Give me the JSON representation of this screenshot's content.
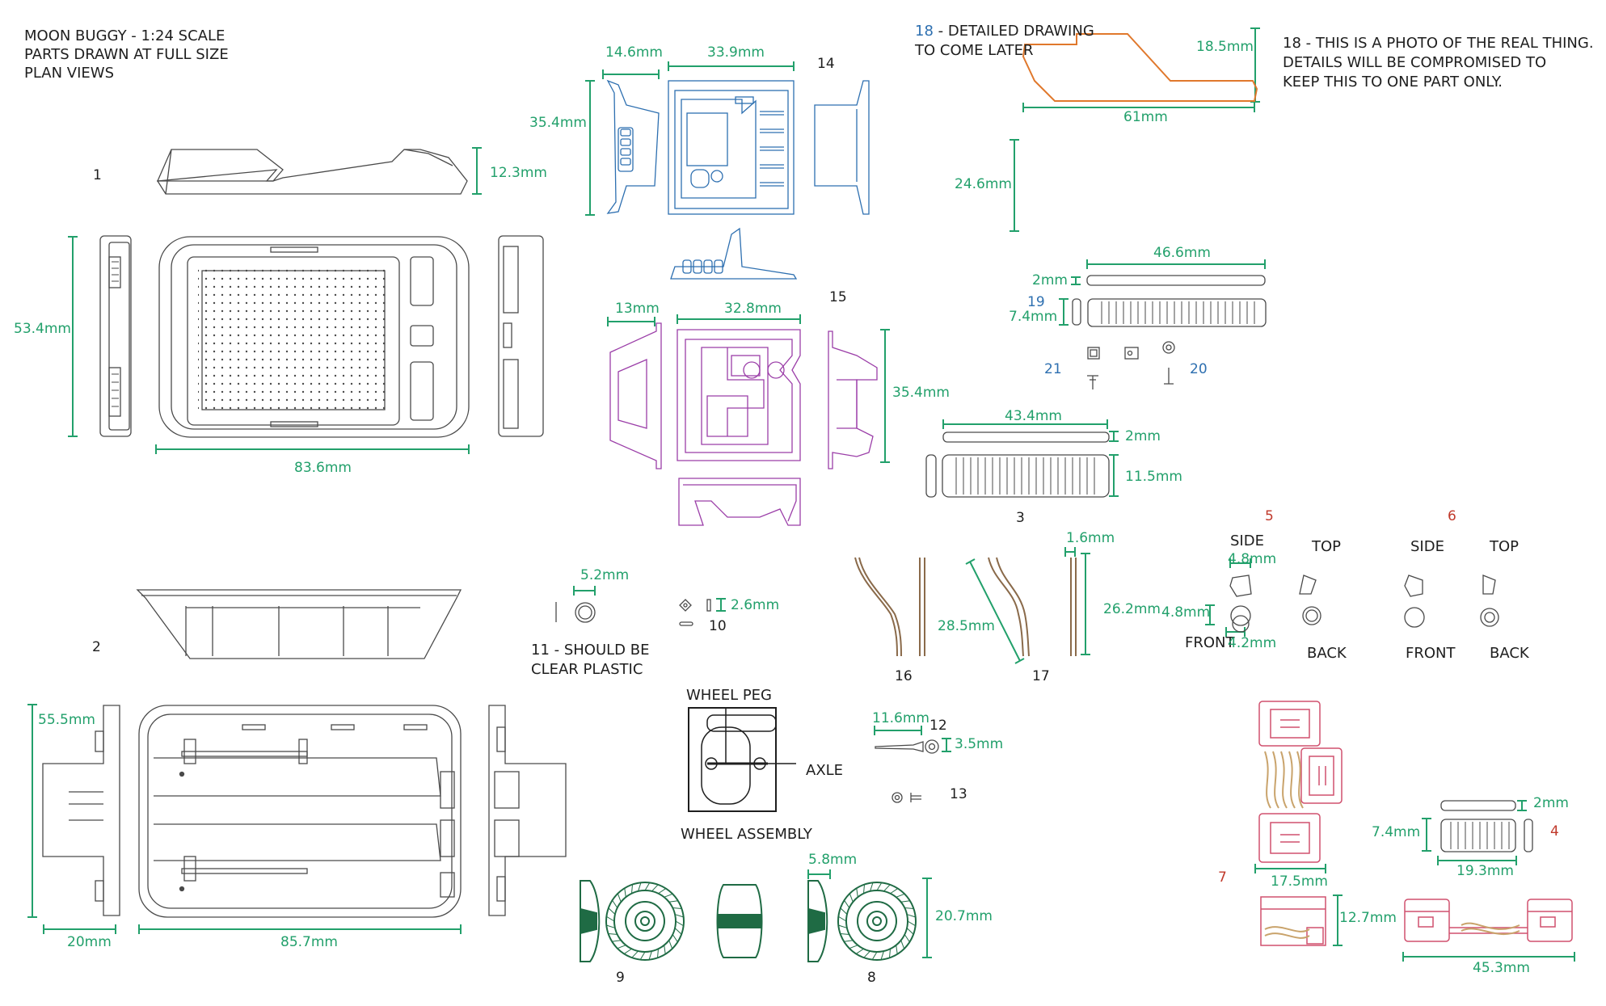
{
  "header": {
    "line1": "MOON BUGGY - 1:24 SCALE",
    "line2": "PARTS DRAWN AT FULL SIZE",
    "line3": "PLAN VIEWS"
  },
  "notes": {
    "part18_num": "18",
    "part18_line1": " - DETAILED DRAWING",
    "part18_line2": "TO COME LATER",
    "photo_line1": "18 - THIS IS A PHOTO OF THE REAL THING.",
    "photo_line2": "DETAILS WILL BE COMPROMISED TO",
    "photo_line3": "KEEP THIS TO ONE PART ONLY.",
    "part11_line1": "11 - SHOULD BE",
    "part11_line2": "CLEAR PLASTIC"
  },
  "labels": {
    "wheel_peg": "WHEEL PEG",
    "axle": "AXLE",
    "wheel_assembly": "WHEEL ASSEMBLY",
    "side": "SIDE",
    "top": "TOP",
    "front": "FRONT",
    "back": "BACK"
  },
  "parts": {
    "p1": "1",
    "p2": "2",
    "p3": "3",
    "p4": "4",
    "p5": "5",
    "p6": "6",
    "p7": "7",
    "p8": "8",
    "p9": "9",
    "p10": "10",
    "p12": "12",
    "p13": "13",
    "p14": "14",
    "p15": "15",
    "p16": "16",
    "p17": "17",
    "p19": "19",
    "p20": "20",
    "p21": "21"
  },
  "dimensions": {
    "d_12_3": "12.3mm",
    "d_53_4": "53.4mm",
    "d_83_6": "83.6mm",
    "d_14_6": "14.6mm",
    "d_33_9": "33.9mm",
    "d_35_4a": "35.4mm",
    "d_13": "13mm",
    "d_32_8": "32.8mm",
    "d_35_4b": "35.4mm",
    "d_18_5": "18.5mm",
    "d_61": "61mm",
    "d_24_6": "24.6mm",
    "d_46_6": "46.6mm",
    "d_2a": "2mm",
    "d_7_4a": "7.4mm",
    "d_43_4": "43.4mm",
    "d_2b": "2mm",
    "d_11_5": "11.5mm",
    "d_5_2": "5.2mm",
    "d_2_6": "2.6mm",
    "d_1_6": "1.6mm",
    "d_26_2": "26.2mm",
    "d_28_5": "28.5mm",
    "d_4_8a": "4.8mm",
    "d_4_8b": "4.8mm",
    "d_4_2": "4.2mm",
    "d_55_5": "55.5mm",
    "d_20": "20mm",
    "d_85_7": "85.7mm",
    "d_11_6": "11.6mm",
    "d_3_5": "3.5mm",
    "d_5_8": "5.8mm",
    "d_20_7": "20.7mm",
    "d_17_5": "17.5mm",
    "d_12_7": "12.7mm",
    "d_2c": "2mm",
    "d_7_4b": "7.4mm",
    "d_19_3": "19.3mm",
    "d_45_3": "45.3mm"
  },
  "colors": {
    "dimension": "#22a06b",
    "part14": "#2d6fb0",
    "part15": "#9b3ea8",
    "part18": "#e0782c",
    "wheels": "#1f6b44",
    "part7": "#d0506e",
    "ink": "#4a4a4a"
  }
}
